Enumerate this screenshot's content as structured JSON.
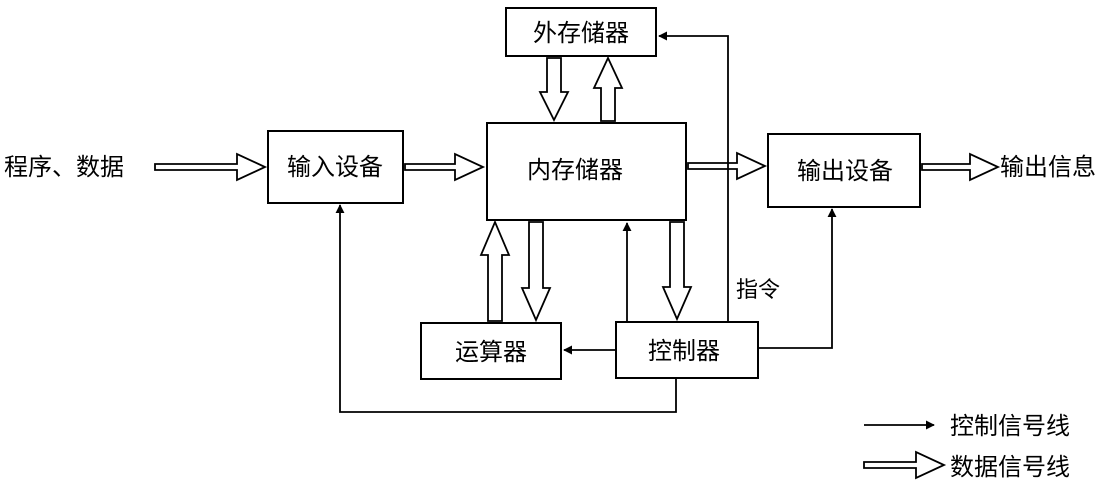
{
  "nodes": {
    "external_storage": "外存储器",
    "internal_memory": "内存储器",
    "input_device": "输入设备",
    "output_device": "输出设备",
    "alu": "运算器",
    "controller": "控制器"
  },
  "labels": {
    "program_data": "程序、数据",
    "output_info": "输出信息",
    "instruction": "指令"
  },
  "legend": {
    "control_line": "控制信号线",
    "data_line": "数据信号线"
  },
  "colors": {
    "stroke": "#000000",
    "background": "#ffffff"
  }
}
